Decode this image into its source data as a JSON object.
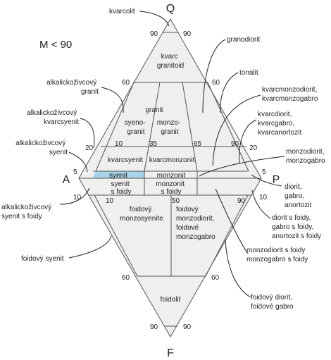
{
  "colors": {
    "background": "#ffffff",
    "diamond_fill": "#efefef",
    "line": "#555555",
    "text": "#222222",
    "highlight": "#a8d4e8"
  },
  "vertices": {
    "top": "Q",
    "left": "A",
    "right": "P",
    "bottom": "F"
  },
  "condition": "M < 90",
  "ticks": {
    "q90_left": "90",
    "q90_right": "90",
    "q60_left": "60",
    "q60_right": "60",
    "q20_left": "20",
    "q20_right": "20",
    "q5_left": "5",
    "q5_right": "5",
    "f10_left": "10",
    "f10_right": "10",
    "f60_left": "60",
    "f60_right": "60",
    "f90_left": "90",
    "f90_right": "90",
    "p10_upper": "10",
    "p35_upper": "35",
    "p65_upper": "65",
    "p90_upper": "90",
    "p10_lower": "10",
    "p50_lower": "50",
    "p90_lower": "90"
  },
  "fields": {
    "quartzolite": [
      "kvarc",
      "granitoid"
    ],
    "granite": [
      "granit"
    ],
    "syenogranite": [
      "syeno-",
      "granit"
    ],
    "monzogranite": [
      "monzo-",
      "granit"
    ],
    "quartz_syenite": [
      "kvarcsyenit"
    ],
    "quartz_monzonite": [
      "kvarcmonzonit"
    ],
    "syenite": [
      "syenit"
    ],
    "monzonite": [
      "monzonit"
    ],
    "foid_syenite": [
      "syenit",
      "s foidy"
    ],
    "foid_monzonite": [
      "monzonit",
      "s foidy"
    ],
    "foid_monzosyenite": [
      "foidový",
      "monzosyenite"
    ],
    "foid_monzodiorite": [
      "foidový",
      "monzodiorit,",
      "foidové",
      "monzogabro"
    ],
    "foidolite": [
      "foidolit"
    ]
  },
  "callouts": {
    "kvarcolit": [
      "kvarcolit"
    ],
    "granodiorit": [
      "granodiorit"
    ],
    "tonalit": [
      "tonalit"
    ],
    "alkali_granite": [
      "alkalickoživcový",
      "granit"
    ],
    "alkali_quartz_syenite": [
      "alkalickoživcový",
      "kvarcsyenit"
    ],
    "alkali_syenite": [
      "alkalickoživcový",
      "syenit"
    ],
    "quartz_monzodiorite": [
      "kvarcmonzodiorit,",
      "kvarcmonzogabro"
    ],
    "quartz_diorite": [
      "kvarcdiorit,",
      "kvarcgabro,",
      "kvarcanortozit"
    ],
    "monzodiorite": [
      "monzodiorit,",
      "monzogabro"
    ],
    "diorite": [
      "diorit,",
      "gabro,",
      "anortozit"
    ],
    "alkali_foid_syenite": [
      "alkalickoživcový",
      "syenit s foidy"
    ],
    "foid_diorite": [
      "diorit s foidy,",
      "gabro s foidy,",
      "anortozit s foidy"
    ],
    "foid_monzodiorite": [
      "monzodiorit s foidy",
      "monzogabro s foidy"
    ],
    "foid_syenite": [
      "foidový syenit"
    ],
    "foid_diorite_gabbro": [
      "foidový diorit,",
      "foidové gabro"
    ]
  }
}
